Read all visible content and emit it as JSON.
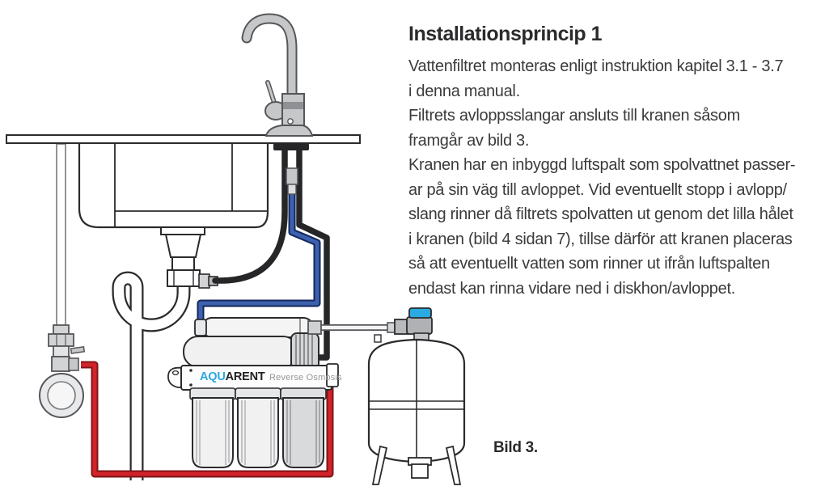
{
  "article": {
    "heading": "Installationsprincip 1",
    "paragraphs": [
      {
        "text": "Vattenfiltret monteras enligt instruktion kapitel 3.1 - 3.7\ni denna manual."
      },
      {
        "text": "Filtrets avloppsslangar ansluts till kranen såsom\nframgår av bild 3."
      },
      {
        "text": "Kranen har en inbyggd luftspalt som spolvattnet passer-\nar på sin väg till avloppet. Vid eventuellt stopp i avlopp/\nslang rinner då filtrets spolvatten ut genom det lilla hålet\ni kranen (bild 4 sidan 7), tillse därför att kranen placeras\nså att eventuellt vatten som rinner ut ifrån luftspalten\nendast kan rinna vidare ned i diskhon/avloppet."
      }
    ]
  },
  "figure": {
    "caption": "Bild 3.",
    "brand": {
      "aqu": "AQU",
      "arent": "ARENT",
      "subtitle": "Reverse Osmosis"
    },
    "colors": {
      "tube_red": "#d2232a",
      "tube_red_edge": "#7f1517",
      "tube_blue": "#3c62ae",
      "tube_blue_edge": "#14265c",
      "tube_black": "#262628",
      "brand_blue": "#29a9df",
      "valve_handle_blue": "#29abe2",
      "line_art": "#2b2b2e"
    }
  }
}
